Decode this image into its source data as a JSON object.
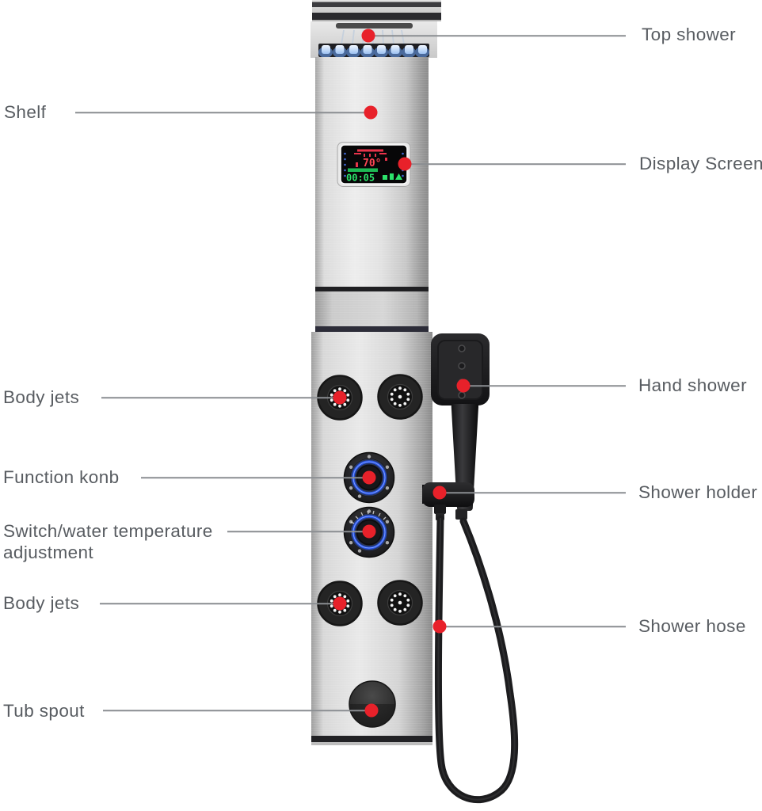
{
  "diagram": {
    "product": "shower panel system",
    "background": "#ffffff"
  },
  "display": {
    "temperature": "70°",
    "timer": "00:05"
  },
  "callouts": [
    {
      "id": "top-shower",
      "label": "Top shower",
      "side": "right"
    },
    {
      "id": "shelf",
      "label": "Shelf",
      "side": "left"
    },
    {
      "id": "display-screen",
      "label": "Display Screen",
      "side": "right"
    },
    {
      "id": "body-jets-upper",
      "label": "Body jets",
      "side": "left"
    },
    {
      "id": "function-knob",
      "label": "Function konb",
      "side": "left"
    },
    {
      "id": "switch-water-temperature-adjustment",
      "label": "Switch/water temperature adjustment",
      "side": "left"
    },
    {
      "id": "body-jets-lower",
      "label": "Body jets",
      "side": "left"
    },
    {
      "id": "tub-spout",
      "label": "Tub spout",
      "side": "left"
    },
    {
      "id": "hand-shower",
      "label": "Hand shower",
      "side": "right"
    },
    {
      "id": "shower-holder",
      "label": "Shower holder",
      "side": "right"
    },
    {
      "id": "shower-hose",
      "label": "Shower hose",
      "side": "right"
    }
  ],
  "colors": {
    "annotation_dot": "#e8212a",
    "leader_line": "#8a8d91",
    "label_text": "#585c61",
    "led_blue": "#9cc4ff",
    "knob_ring_blue": "#2350e8",
    "display_red": "#ff4655",
    "display_green": "#2ce36b",
    "panel_steel": "#d9d9d9"
  }
}
